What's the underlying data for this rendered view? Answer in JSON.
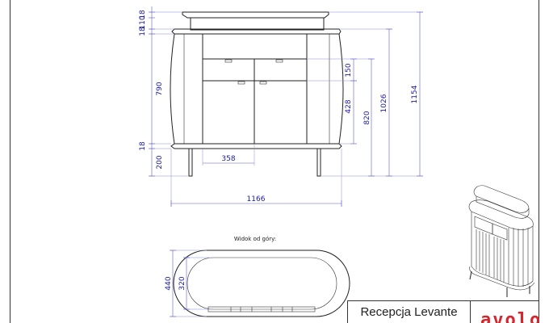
{
  "drawing": {
    "title": "Recepcja Levante",
    "logo_text": "avolo",
    "top_view_label": "Widok od góry:",
    "colors": {
      "object": "#222222",
      "dimension": "#1a1aa6",
      "logo": "#d8242b"
    }
  },
  "dimensions": {
    "front_top_18": "18",
    "front_110": "110",
    "front_second_18": "18",
    "front_790": "790",
    "front_bottom_18": "18",
    "front_200": "200",
    "front_358": "358",
    "front_1166": "1166",
    "front_150": "150",
    "front_428": "428",
    "front_820": "820",
    "front_1026": "1026",
    "front_1154": "1154",
    "top_440": "440",
    "top_320": "320"
  }
}
